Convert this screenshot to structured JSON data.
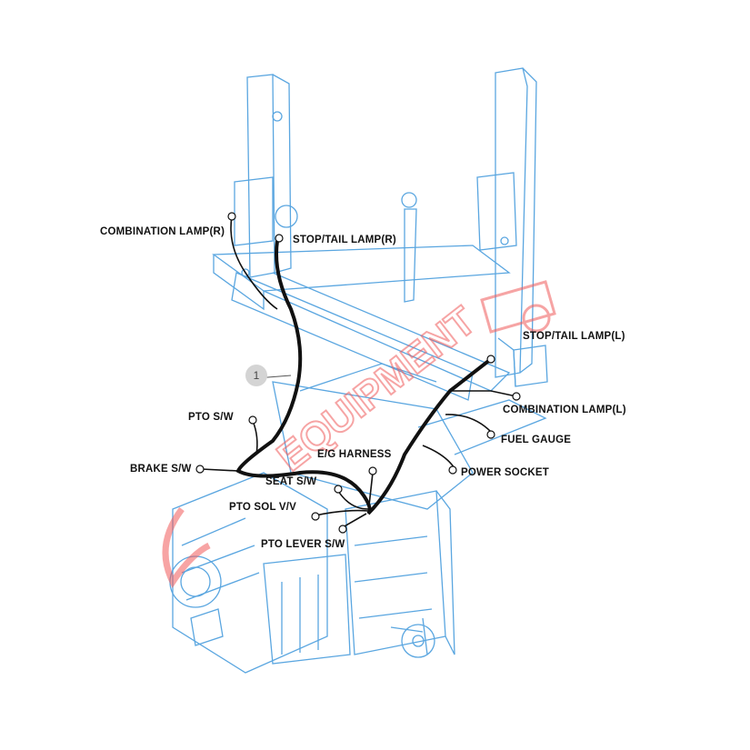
{
  "diagram": {
    "callout_number": "1",
    "watermark": "EQUIPMENT",
    "labels": {
      "combination_lamp_r": "COMBINATION LAMP(R)",
      "stop_tail_lamp_r": "STOP/TAIL LAMP(R)",
      "stop_tail_lamp_l": "STOP/TAIL LAMP(L)",
      "combination_lamp_l": "COMBINATION LAMP(L)",
      "fuel_gauge": "FUEL GAUGE",
      "power_socket": "POWER SOCKET",
      "eg_harness": "E/G HARNESS",
      "pto_sw": "PTO S/W",
      "brake_sw": "BRAKE S/W",
      "seat_sw": "SEAT S/W",
      "pto_sol_vv": "PTO SOL V/V",
      "pto_lever_sw": "PTO LEVER S/W"
    },
    "colors": {
      "line_art": "#5aa6e0",
      "harness": "#111111",
      "watermark": "#f05a5a"
    }
  }
}
